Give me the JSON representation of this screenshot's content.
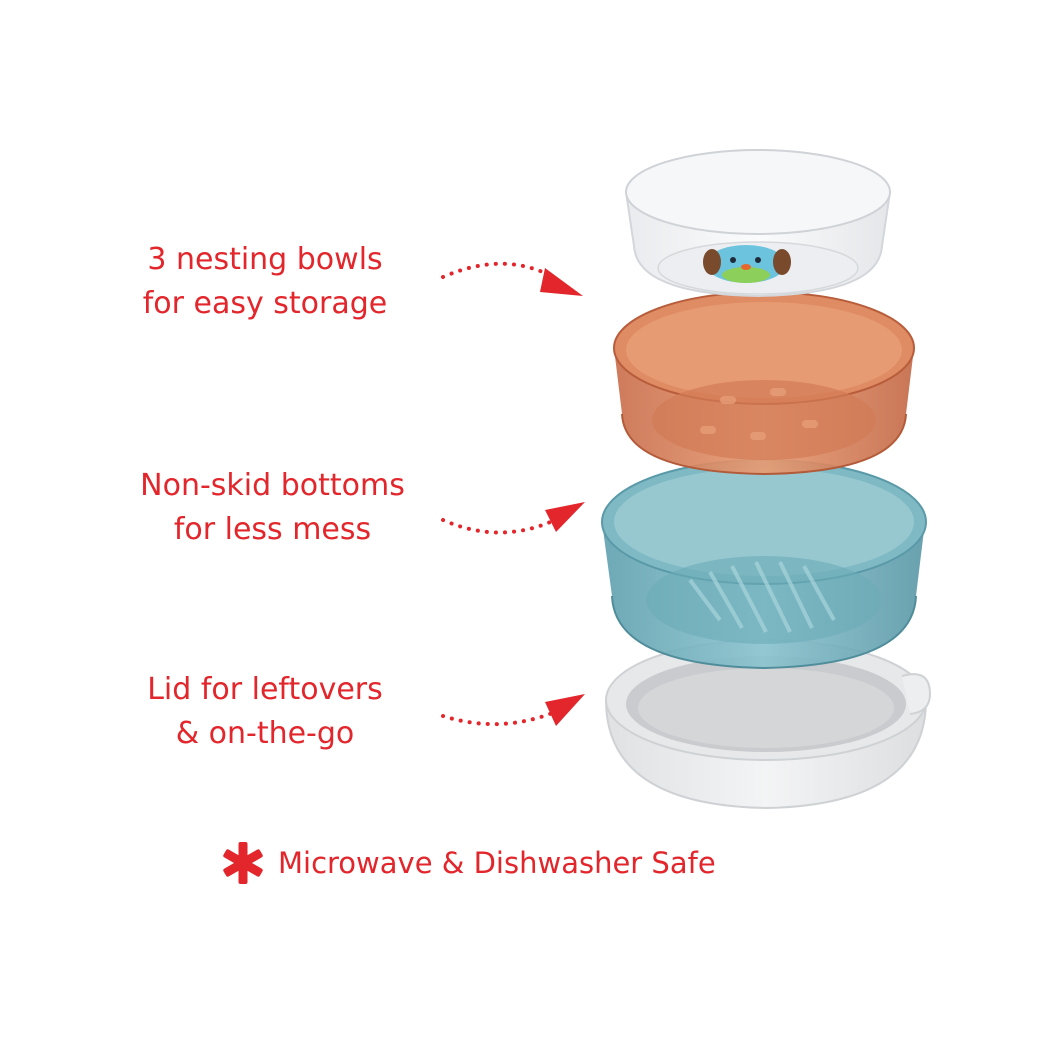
{
  "callouts": [
    {
      "line1": "3 nesting bowls",
      "line2": "for easy storage"
    },
    {
      "line1": "Non-skid bottoms",
      "line2": "for less mess"
    },
    {
      "line1": "Lid for leftovers",
      "line2": "& on-the-go"
    }
  ],
  "footer": {
    "text": "Microwave & Dishwasher Safe"
  },
  "colors": {
    "accent_red": "#e2262b",
    "bowl_clear": "#eef0f2",
    "bowl_orange": "#d9805a",
    "bowl_blue": "#6fb0bd",
    "lid_gray": "#d6d8da"
  },
  "icons": {
    "bowl_emblem": "dog-face-icon",
    "footer_marker": "asterisk-icon",
    "pointer": "dotted-arrow-icon"
  }
}
